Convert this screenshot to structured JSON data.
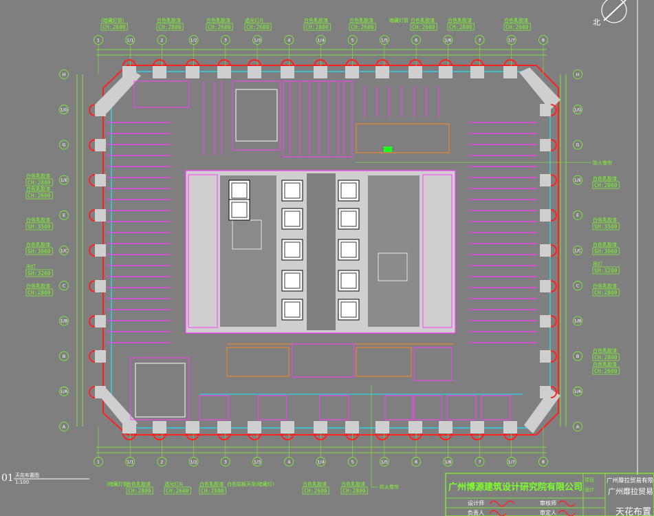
{
  "drawing": {
    "north_label": "北",
    "view_number": "01",
    "view_title": "天花布置图",
    "view_scale": "1:100"
  },
  "grid_columns": [
    "1",
    "1/1",
    "2",
    "1/2",
    "3",
    "1/3",
    "4",
    "1/4",
    "5",
    "1/5",
    "6",
    "1/6",
    "7",
    "1/7",
    "8"
  ],
  "grid_rows": [
    "H",
    "1/G",
    "G",
    "1/E",
    "E",
    "1/C",
    "C",
    "1/B",
    "B",
    "1/A",
    "A"
  ],
  "top_annotations": [
    {
      "name": "(暗藏灯管)",
      "tag": "CH:2600"
    },
    {
      "name": "白色乳胶漆",
      "tag": "CH:2800"
    },
    {
      "name": "白色乳胶漆",
      "tag": "CH:2600"
    },
    {
      "name": "透光灯片",
      "tag": "CH:2600"
    },
    {
      "name": "白色乳胶漆",
      "tag": "CH:2800"
    },
    {
      "name": "白色乳胶漆",
      "tag": "CH:2600"
    },
    {
      "name": "暗藏灯管",
      "tag": ""
    },
    {
      "name": "白色乳胶漆",
      "tag": "CH:2600"
    },
    {
      "name": "白色乳胶漆",
      "tag": "CH:2800"
    },
    {
      "name": "白色乳胶漆",
      "tag": "CH:2600"
    }
  ],
  "left_annotations": [
    {
      "name": "白色乳胶漆",
      "tag": "CH:2800"
    },
    {
      "name": "白色乳胶漆",
      "tag": "CH:2600"
    },
    {
      "name": "白色乳胶漆",
      "tag": "SH:3500"
    },
    {
      "name": "白色乳胶漆",
      "tag": "SH:3000"
    },
    {
      "name": "吊灯",
      "tag": "SH:3200"
    },
    {
      "name": "白色乳胶漆",
      "tag": "CH:2800"
    }
  ],
  "right_annotations": [
    {
      "name": "白色乳胶漆",
      "tag": "CH:2800"
    },
    {
      "name": "白色乳胶漆",
      "tag": "SH:3500"
    },
    {
      "name": "白色乳胶漆",
      "tag": "SH:3000"
    },
    {
      "name": "吊灯",
      "tag": "SH:3200"
    },
    {
      "name": "白色乳胶漆",
      "tag": "CH:2800"
    },
    {
      "name": "白色乳胶漆",
      "tag": "CH:2800"
    },
    {
      "name": "白色乳胶漆",
      "tag": "CH:2600"
    }
  ],
  "fire_labels": [
    "防火卷帘",
    "防火卷帘"
  ],
  "bottom_annotations": [
    {
      "name": "(暗藏灯管)",
      "tag": ""
    },
    {
      "name": "白色乳胶漆",
      "tag": "CH:2800"
    },
    {
      "name": "透光灯片",
      "tag": "CH:2600"
    },
    {
      "name": "白色乳胶漆",
      "tag": "CH:2800"
    },
    {
      "name": "白色铝板天花(暗藏灯)",
      "tag": ""
    },
    {
      "name": "白色乳胶漆",
      "tag": "CH:2600"
    },
    {
      "name": "白色乳胶漆",
      "tag": "CH:2800"
    }
  ],
  "title_block": {
    "firm": "广州博源建筑设计研究院有限公司",
    "client_top": "广州靡拉贸易有限公司",
    "client_main": "广州靡拉贸易",
    "stamp_labels": [
      "项目",
      "设计"
    ],
    "row1": [
      "设计师",
      "审核师"
    ],
    "row2": [
      "负责人",
      "审定人"
    ],
    "sheet_title": "天花布置"
  },
  "colors": {
    "background": "#7f7f7f",
    "annotation": "#7CFF2A",
    "grid_line": "#7CFF2A",
    "wall": "#cfcfcf",
    "curtain_wall": "#ff2020",
    "ceiling_grid": "#ff3cff",
    "cyan": "#19e6ff",
    "orange": "#ff8a1c",
    "white": "#ffffff"
  }
}
